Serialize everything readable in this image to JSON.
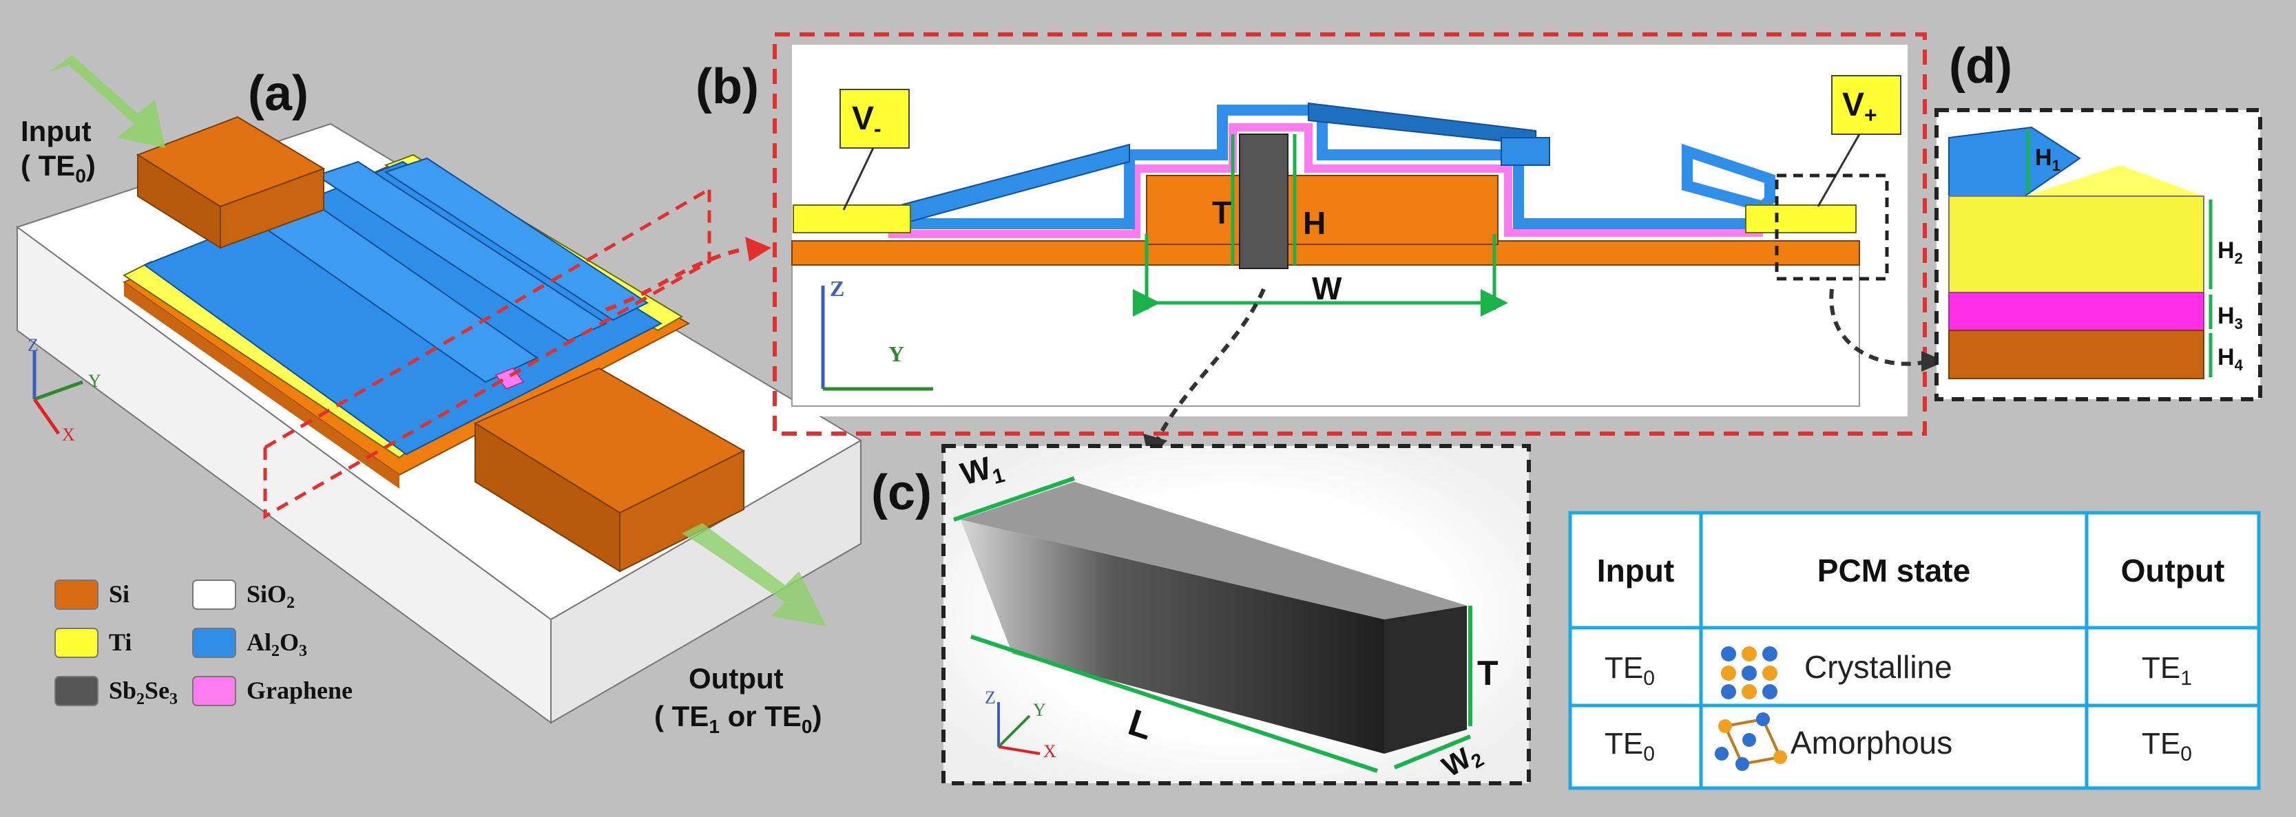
{
  "panels": {
    "a": "(a)",
    "b": "(b)",
    "c": "(c)",
    "d": "(d)"
  },
  "device": {
    "input_line1": "Input",
    "input_line2": "( TE",
    "input_sub": "0",
    "input_close": ")",
    "output_line1": "Output",
    "output_line2_a": "( TE",
    "output_sub1": "1",
    "output_line2_b": " or TE",
    "output_sub2": "0",
    "output_close": ")"
  },
  "axes": {
    "z": "Z",
    "y": "Y",
    "x": "X"
  },
  "legend": [
    {
      "base": "Si",
      "sub": "",
      "tail": "",
      "color": "#d86c12"
    },
    {
      "base": "SiO",
      "sub": "2",
      "tail": "",
      "color": "#ffffff"
    },
    {
      "base": "Ti",
      "sub": "",
      "tail": "",
      "color": "#ffff33"
    },
    {
      "base": "Al",
      "sub": "2",
      "tail": "O",
      "sub2": "3",
      "color": "#2f8ee8"
    },
    {
      "base": "Sb",
      "sub": "2",
      "tail": "Se",
      "sub2": "3",
      "color": "#555555"
    },
    {
      "base": "Graphene",
      "sub": "",
      "tail": "",
      "color": "#ff7cf0"
    }
  ],
  "cross_section": {
    "v_minus": "V",
    "v_minus_sub": "-",
    "v_plus": "V",
    "v_plus_sub": "+",
    "T": "T",
    "H": "H",
    "W": "W"
  },
  "detail": {
    "H1": "H",
    "H1_sub": "1",
    "H2": "H",
    "H2_sub": "2",
    "H3": "H",
    "H3_sub": "3",
    "H4": "H",
    "H4_sub": "4"
  },
  "pcm_block": {
    "W1": "W",
    "W1_sub": "1",
    "W2": "W",
    "W2_sub": "2",
    "T": "T",
    "L": "L"
  },
  "table": {
    "headers": [
      "Input",
      "PCM state",
      "Output"
    ],
    "rows": [
      {
        "input": "TE",
        "input_sub": "0",
        "state": "Crystalline",
        "output": "TE",
        "output_sub": "1"
      },
      {
        "input": "TE",
        "input_sub": "0",
        "state": "Amorphous",
        "output": "TE",
        "output_sub": "0"
      }
    ]
  },
  "colors": {
    "si": "#d86c12",
    "ti": "#ffff33",
    "al2o3": "#2f8ee8",
    "sb2se3": "#555555",
    "graphene": "#ff7cf0",
    "dim_line": "#19b24b",
    "red_dash": "#e0312e",
    "table_border": "#1aa8e6"
  }
}
